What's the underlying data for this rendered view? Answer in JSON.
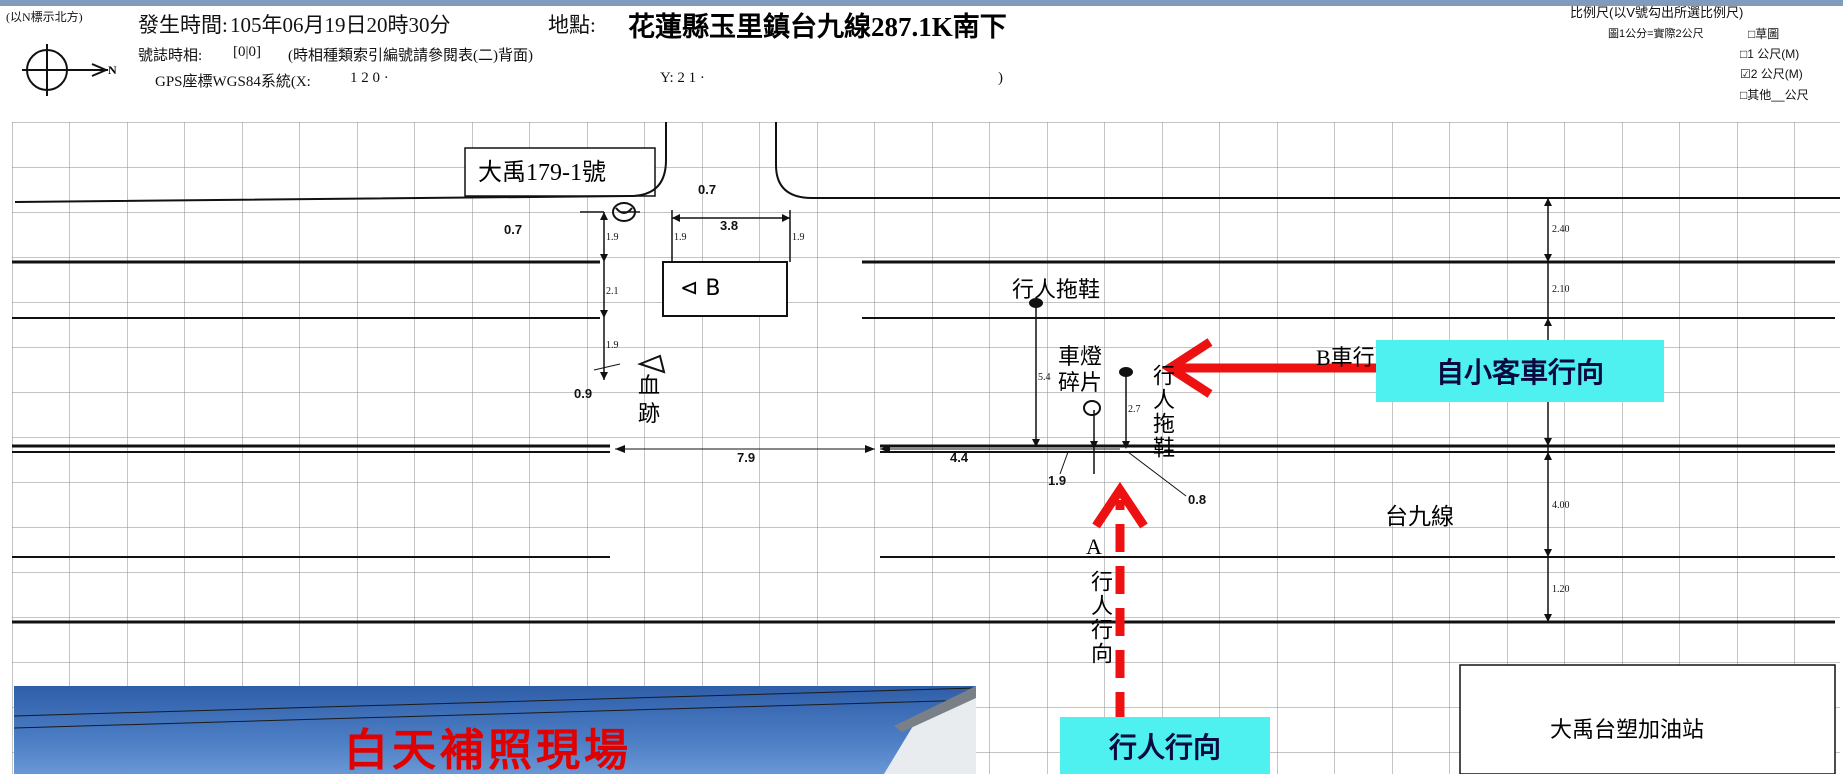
{
  "header": {
    "north_note": "(以N標示北方)",
    "time_label": "發生時間:",
    "time_value": "105年06月19日20時30分",
    "location_label": "地點:",
    "location_value": "花蓮縣玉里鎮台九線287.1K南下",
    "signal_label": "號誌時相:",
    "signal_value": "[0|0]",
    "signal_note": "(時相種類索引編號請參閱表(二)背面)",
    "gps_label": "GPS座標WGS84系統(X:",
    "gps_x": "1 2 0 ·",
    "gps_y_label": "Y: 2 1 ·",
    "gps_close": ")",
    "north_letter": "N"
  },
  "scale": {
    "title": "比例尺(以V號勾出所選比例尺)",
    "subtitle": "圖1公分=實際2公尺",
    "options": [
      "□草圖",
      "□1 公尺(M)",
      "☑2 公尺(M)",
      "□其他__公尺"
    ]
  },
  "labels": {
    "building": "大禹179-1號",
    "vehicle_b": "⊲ B",
    "blood": "血\n跡",
    "slipper_top": "行人拖鞋",
    "debris": "車燈\n碎片",
    "slipper_right": "行人拖鞋",
    "b_vehicle": "B車行",
    "road": "台九線",
    "pedestrian_a": "A",
    "pedestrian_dir": "行人行向",
    "gas_station": "大禹台塑加油站"
  },
  "dimensions": {
    "d07a": "0.7",
    "d07b": "0.7",
    "d38": "3.8",
    "d09": "0.9",
    "d79": "7.9",
    "d44": "4.4",
    "d19": "1.9",
    "d08": "0.8",
    "v19a": "1.9",
    "v21": "2.1",
    "v19b": "1.9",
    "v19c": "1.9",
    "v19d": "1.9",
    "v54": "5.4",
    "v27": "2.7",
    "v240": "2.40",
    "v210": "2.10",
    "v400": "4.00",
    "v120": "1.20"
  },
  "callouts": {
    "car_direction": "自小客車行向",
    "pedestrian_direction": "行人行向"
  },
  "photo": {
    "caption": "白天補照現場"
  },
  "colors": {
    "callout_bg": "#4ef0f0",
    "arrow_red": "#ee1111",
    "photo_caption": "#e00000",
    "sky": "#3c6fb3"
  }
}
